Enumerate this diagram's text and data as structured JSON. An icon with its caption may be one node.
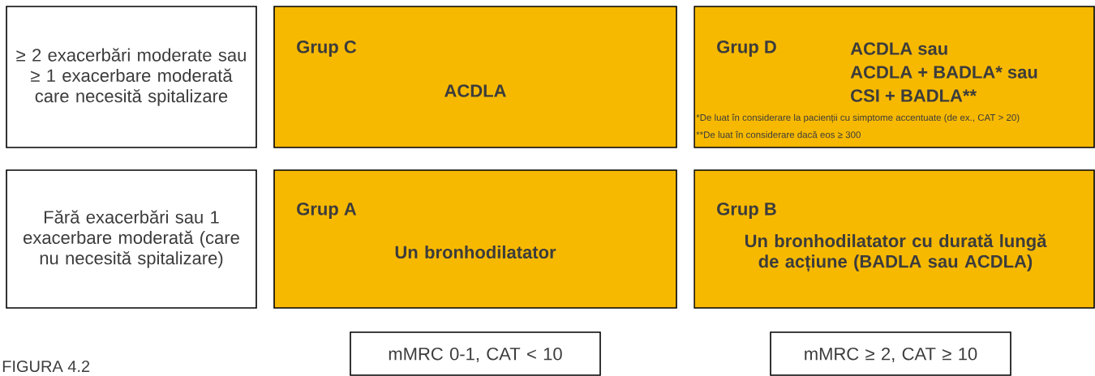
{
  "diagram": {
    "nodes": [
      {
        "text": [
          "≥ 2 exacerbări moderate sau ≥ 1 exacerbare moderată care necesită spitalizare"
        ]
      },
      {
        "text": [
          "Grup C",
          "ACDLA"
        ]
      },
      {
        "text": [
          "Grup D",
          "ACDLA sau",
          "ACDLA + BADLA* sau",
          "CSI + BADLA**",
          "*De luat în considerare la pacienții cu simptome accentuate (de ex., CAT > 20)",
          "**De luat în considerare dacă eos ≥ 300"
        ]
      },
      {
        "text": [
          "Fără exacerbări sau 1 exacerbare moderată (care nu necesită spitalizare)"
        ]
      },
      {
        "text": [
          "Grup A",
          "Un bronhodilatator"
        ]
      },
      {
        "text": [
          "Grup B",
          "Un bronhodilatator cu durată lungă de acțiune (BADLA sau ACDLA)"
        ]
      },
      {
        "text": [
          "mMRC 0-1, CAT < 10"
        ]
      },
      {
        "text": [
          "mMRC ≥ 2, CAT ≥ 10"
        ]
      }
    ],
    "labels": [
      "FIGURA 4.2"
    ]
  }
}
